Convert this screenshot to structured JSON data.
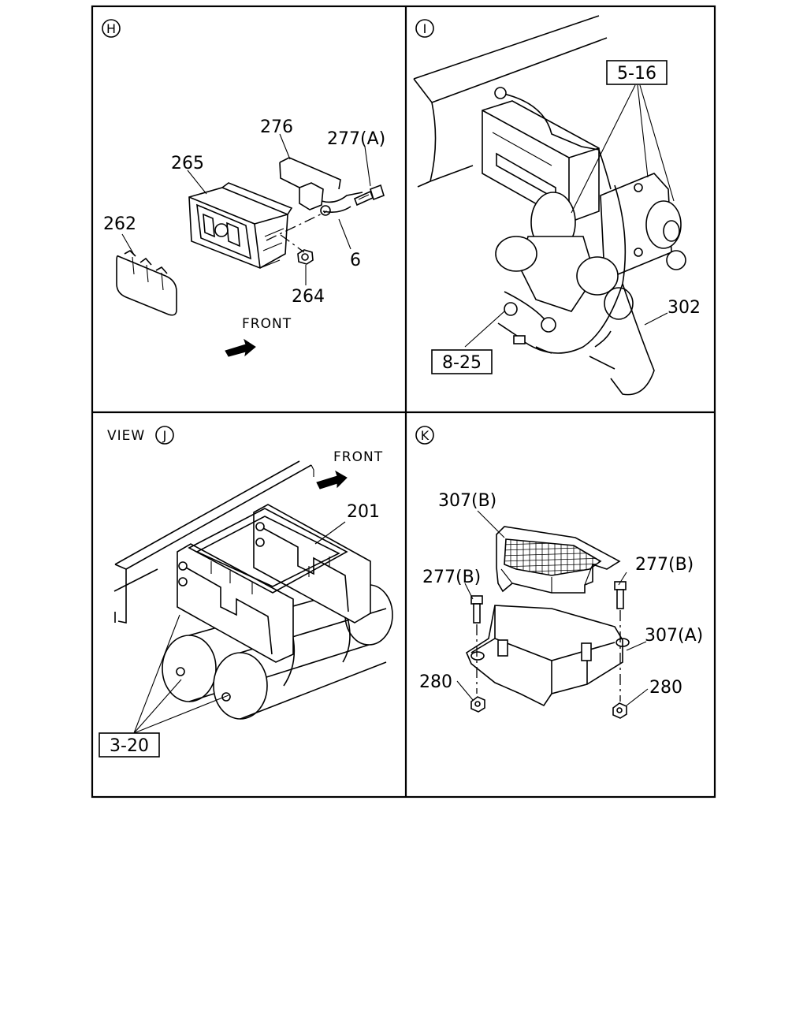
{
  "panels": {
    "h": {
      "marker": "H",
      "labels": {
        "p262": "262",
        "p265": "265",
        "p276": "276",
        "p277a": "277(A)",
        "p6": "6",
        "p264": "264"
      },
      "front": "FRONT"
    },
    "i": {
      "marker": "I",
      "labels": {
        "p302": "302"
      },
      "refs": {
        "r516": "5-16",
        "r825": "8-25"
      }
    },
    "j": {
      "view_prefix": "VIEW",
      "marker": "J",
      "front": "FRONT",
      "labels": {
        "p201": "201"
      },
      "refs": {
        "r320": "3-20"
      }
    },
    "k": {
      "marker": "K",
      "labels": {
        "p307b": "307(B)",
        "p277b_left": "277(B)",
        "p277b_right": "277(B)",
        "p307a": "307(A)",
        "p280_left": "280",
        "p280_right": "280"
      }
    }
  }
}
